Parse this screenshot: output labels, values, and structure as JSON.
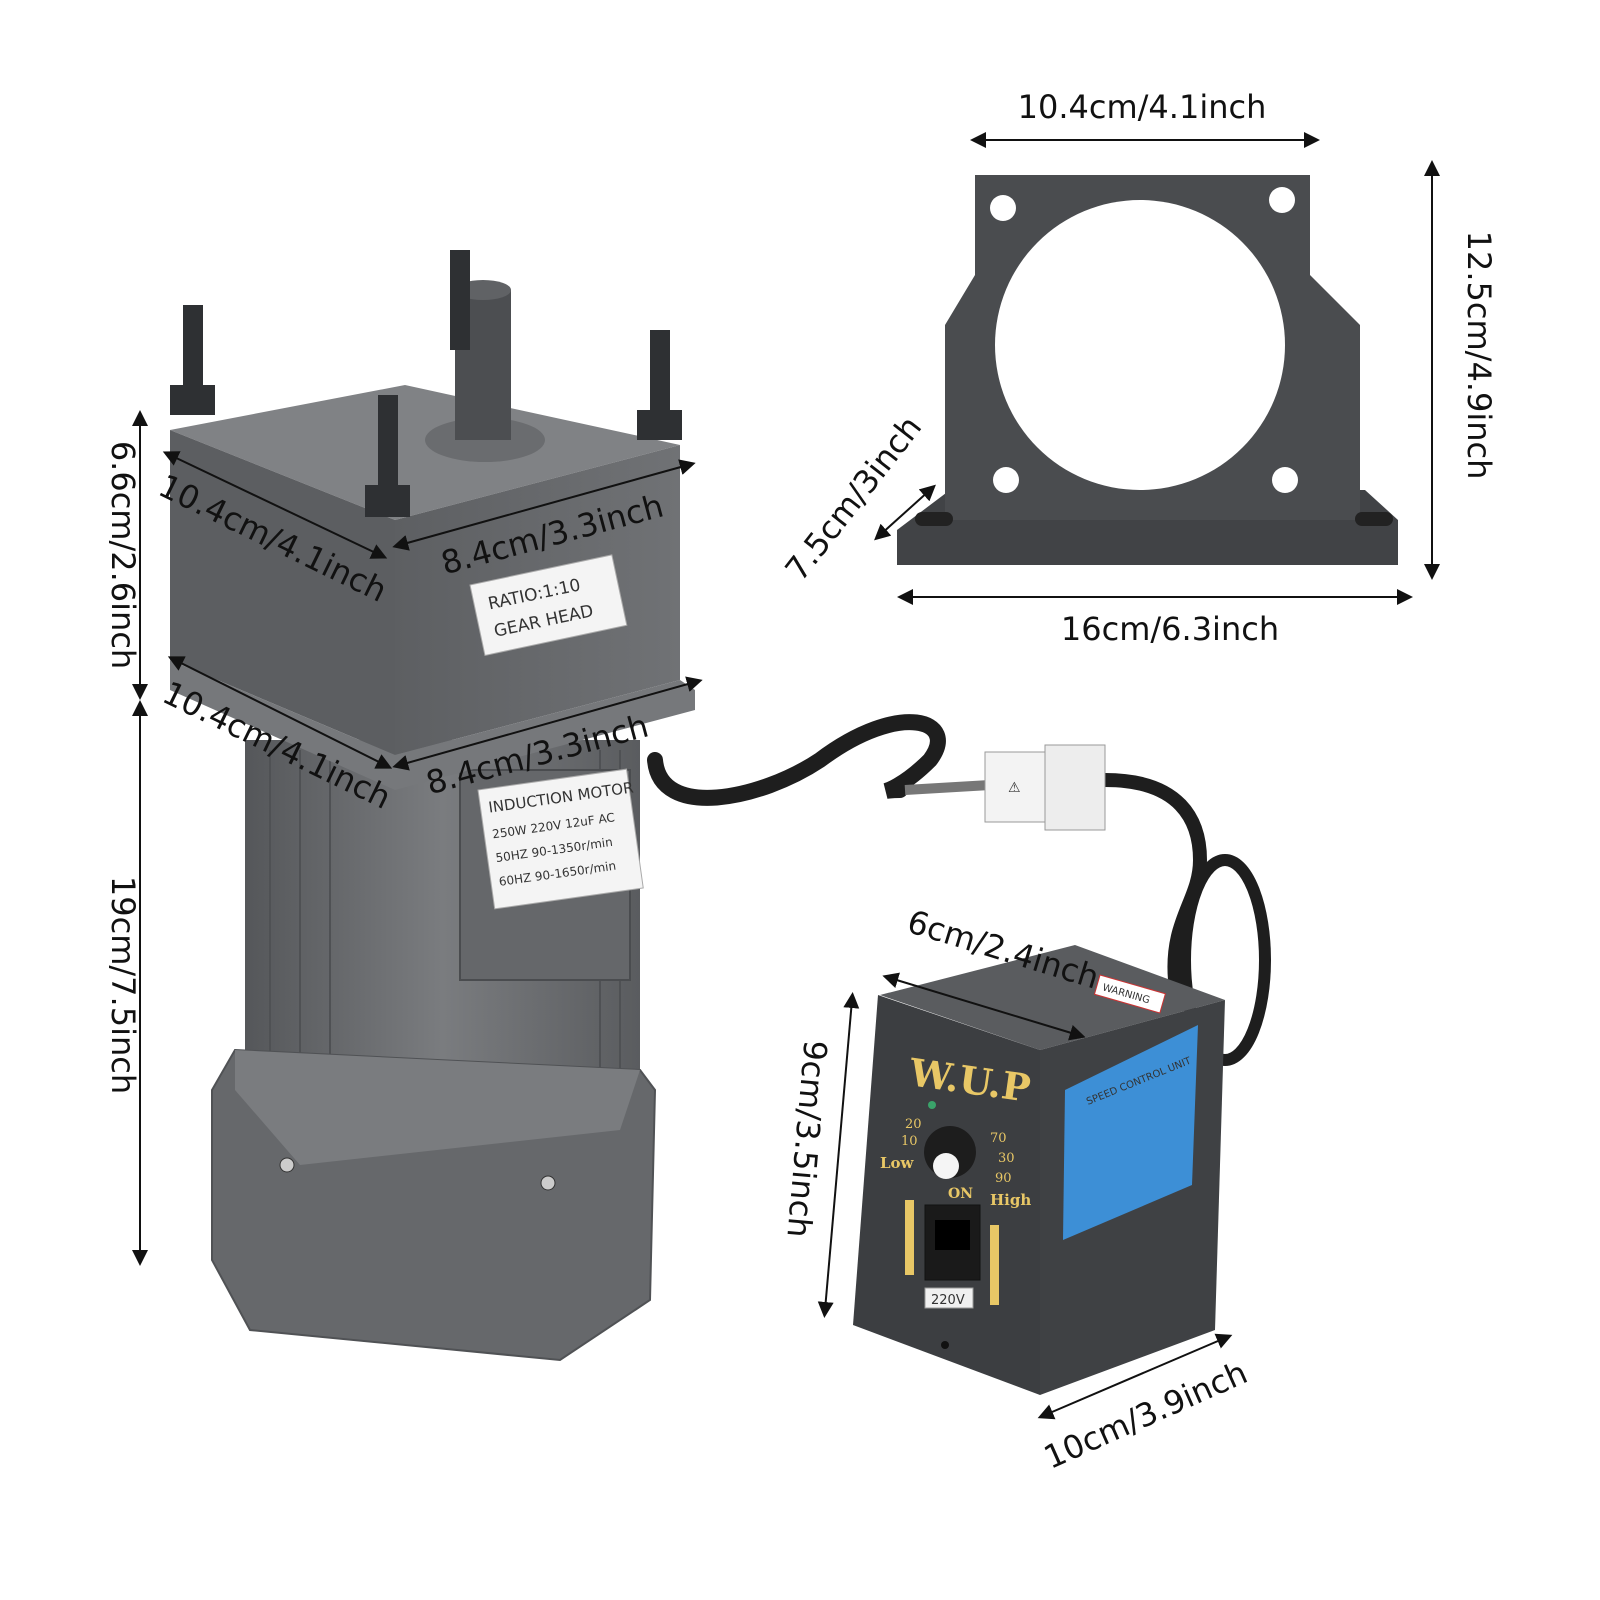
{
  "dimensions": {
    "gear_width": "10.4cm/4.1inch",
    "gear_depth": "8.4cm/3.3inch",
    "gear_height": "6.6cm/2.6inch",
    "motor_width": "10.4cm/4.1inch",
    "motor_depth": "8.4cm/3.3inch",
    "motor_height": "19cm/7.5inch",
    "bracket_top": "10.4cm/4.1inch",
    "bracket_height": "12.5cm/4.9inch",
    "bracket_depth": "7.5cm/3inch",
    "bracket_base": "16cm/6.3inch",
    "controller_width": "6cm/2.4inch",
    "controller_height": "9cm/3.5inch",
    "controller_depth": "10cm/3.9inch"
  },
  "gear_label": {
    "line1": "RATIO:1:10",
    "line2": "GEAR HEAD"
  },
  "motor_label": {
    "line1": "INDUCTION MOTOR",
    "line2": "250W  220V  12uF  AC",
    "line3": "50HZ  90-1350r/min",
    "line4": "60HZ  90-1650r/min"
  },
  "controller": {
    "brand": "W.U.P",
    "side_label": "SPEED CONTROL UNIT",
    "warning": "WARNING",
    "low": "Low",
    "high": "High",
    "on": "ON",
    "voltage": "220V",
    "dial_marks": [
      "20",
      "10",
      "70",
      "30",
      "90"
    ]
  },
  "colors": {
    "motor_gray": "#6e7073",
    "dark_gray": "#4a4c4f",
    "controller_blue": "#3d8fd6",
    "gold": "#e8c766"
  }
}
